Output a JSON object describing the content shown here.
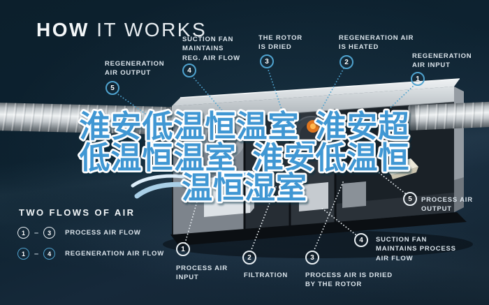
{
  "title": {
    "bold": "HOW",
    "rest": " IT WORKS"
  },
  "watermark": {
    "line1": "淮安低温恒温室_淮安超",
    "line2": "低温恒温室_淮安低温恒",
    "line3": "温恒湿室",
    "color": "#3f97d3"
  },
  "colors": {
    "background": "#0d2230",
    "accent_blue": "#4fa3cf",
    "label_white": "#dce5ec"
  },
  "top_callouts": {
    "c5": {
      "num": "5",
      "label": "REGENERATION\nAIR OUTPUT"
    },
    "c4": {
      "num": "4",
      "label": "SUCTION FAN\nMAINTAINS\nREG. AIR FLOW"
    },
    "c3": {
      "num": "3",
      "label": "THE ROTOR\nIS DRIED"
    },
    "c2": {
      "num": "2",
      "label": "REGENERATION AIR\nIS HEATED"
    },
    "c1": {
      "num": "1",
      "label": "REGENERATION\nAIR INPUT"
    }
  },
  "bottom_callouts": {
    "b1": {
      "num": "1",
      "label": "PROCESS AIR\nINPUT"
    },
    "b2": {
      "num": "2",
      "label": "FILTRATION"
    },
    "b3": {
      "num": "3",
      "label": "PROCESS AIR IS DRIED\nBY THE ROTOR"
    },
    "b4": {
      "num": "4",
      "label": "SUCTION FAN\nMAINTAINS PROCESS\nAIR FLOW"
    },
    "b5": {
      "num": "5",
      "label": "PROCESS AIR\nOUTPUT"
    }
  },
  "legend": {
    "title": "TWO FLOWS OF AIR",
    "separator": "–",
    "rows": [
      {
        "from": "1",
        "to": "3",
        "label": "PROCESS AIR FLOW"
      },
      {
        "from": "1",
        "to": "4",
        "label": "REGENERATION AIR FLOW"
      }
    ]
  }
}
